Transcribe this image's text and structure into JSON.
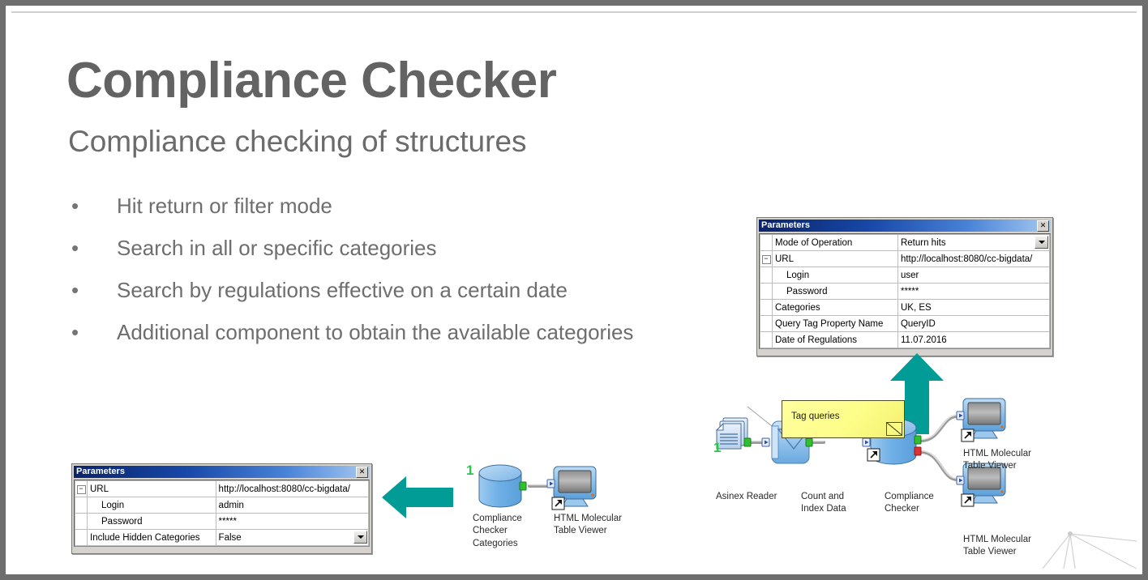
{
  "slide": {
    "title": "Compliance Checker",
    "subtitle": "Compliance checking of structures",
    "title_color": "#636363",
    "bullets": [
      "Hit return or filter mode",
      "Search in all or specific categories",
      "Search by regulations effective on a certain date",
      "Additional component to obtain the available categories"
    ],
    "bullet_marker": "•"
  },
  "accent": {
    "teal": "#009c95",
    "node_green": "#22cc44",
    "port_green": "#2fbf2f",
    "port_red": "#e03030",
    "note_yellow": "#ffff9e"
  },
  "dialog_top": {
    "title": "Parameters",
    "close_label": "✕",
    "rows": [
      {
        "expander": "",
        "key": "Mode of Operation",
        "indent": 0,
        "value": "Return hits",
        "combo": true
      },
      {
        "expander": "−",
        "key": "URL",
        "indent": 0,
        "value": "http://localhost:8080/cc-bigdata/",
        "combo": false
      },
      {
        "expander": "",
        "key": "Login",
        "indent": 1,
        "value": "user",
        "combo": false
      },
      {
        "expander": "",
        "key": "Password",
        "indent": 1,
        "value": "*****",
        "combo": false
      },
      {
        "expander": "",
        "key": "Categories",
        "indent": 0,
        "value": "UK, ES",
        "combo": false
      },
      {
        "expander": "",
        "key": "Query Tag Property Name",
        "indent": 0,
        "value": "QueryID",
        "combo": false
      },
      {
        "expander": "",
        "key": "Date of Regulations",
        "indent": 0,
        "value": "11.07.2016",
        "combo": false
      }
    ]
  },
  "dialog_bottom": {
    "title": "Parameters",
    "close_label": "✕",
    "rows": [
      {
        "expander": "−",
        "key": "URL",
        "indent": 0,
        "value": "http://localhost:8080/cc-bigdata/",
        "combo": false
      },
      {
        "expander": "",
        "key": "Login",
        "indent": 1,
        "value": "admin",
        "combo": false
      },
      {
        "expander": "",
        "key": "Password",
        "indent": 1,
        "value": "*****",
        "combo": false
      },
      {
        "expander": "",
        "key": "Include Hidden Categories",
        "indent": 0,
        "value": "False",
        "combo": true
      }
    ]
  },
  "workflow_main": {
    "annotation": "Tag queries",
    "badge": "1",
    "nodes": [
      {
        "name": "Asinex Reader",
        "icon": "file-stack-icon"
      },
      {
        "name": "Count and\nIndex Data",
        "icon": "envelope-node-icon"
      },
      {
        "name": "Compliance\nChecker",
        "icon": "database-cylinder-icon"
      },
      {
        "name": "HTML Molecular\nTable Viewer",
        "icon": "monitor-icon"
      },
      {
        "name": "HTML Molecular\nTable Viewer",
        "icon": "monitor-icon"
      }
    ],
    "node_labels": [
      "Asinex Reader",
      "Count and",
      "Index Data",
      "Compliance",
      "Checker",
      "HTML Molecular",
      "Table Viewer",
      "HTML Molecular",
      "Table Viewer"
    ]
  },
  "workflow_small": {
    "badge": "1",
    "node_labels": [
      "Compliance",
      "Checker",
      "Categories",
      "HTML Molecular",
      "Table Viewer"
    ]
  }
}
